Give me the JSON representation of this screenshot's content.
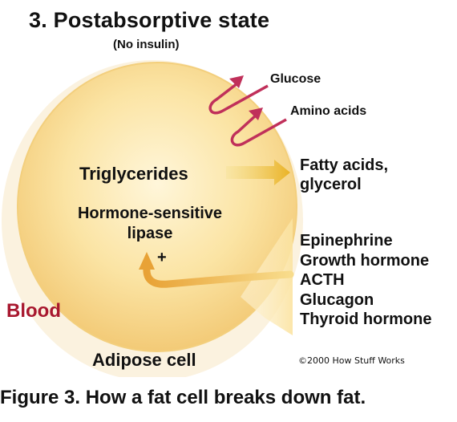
{
  "title": "3. Postabsorptive state",
  "subtitle": "(No insulin)",
  "inputs": {
    "glucose": "Glucose",
    "amino_acids": "Amino acids"
  },
  "cell": {
    "triglycerides": "Triglycerides",
    "enzyme": "Hormone-sensitive lipase",
    "stimulus_sign": "+",
    "name": "Adipose cell"
  },
  "output": {
    "fatty_acids": "Fatty acids, glycerol"
  },
  "hormones": [
    "Epinephrine",
    "Growth hormone",
    "ACTH",
    "Glucagon",
    "Thyroid hormone"
  ],
  "blood_label": "Blood",
  "copyright": "©2000 How Stuff Works",
  "caption": "Figure 3. How a fat cell breaks down fat.",
  "colors": {
    "cell_fill": "#f7dc8f",
    "cell_center": "#fdf0c6",
    "membrane_arrow": "#c0305a",
    "fat_arrow": "#eec23a",
    "hormone_beam": "#fbe9b3",
    "blood": "#a8182f"
  }
}
